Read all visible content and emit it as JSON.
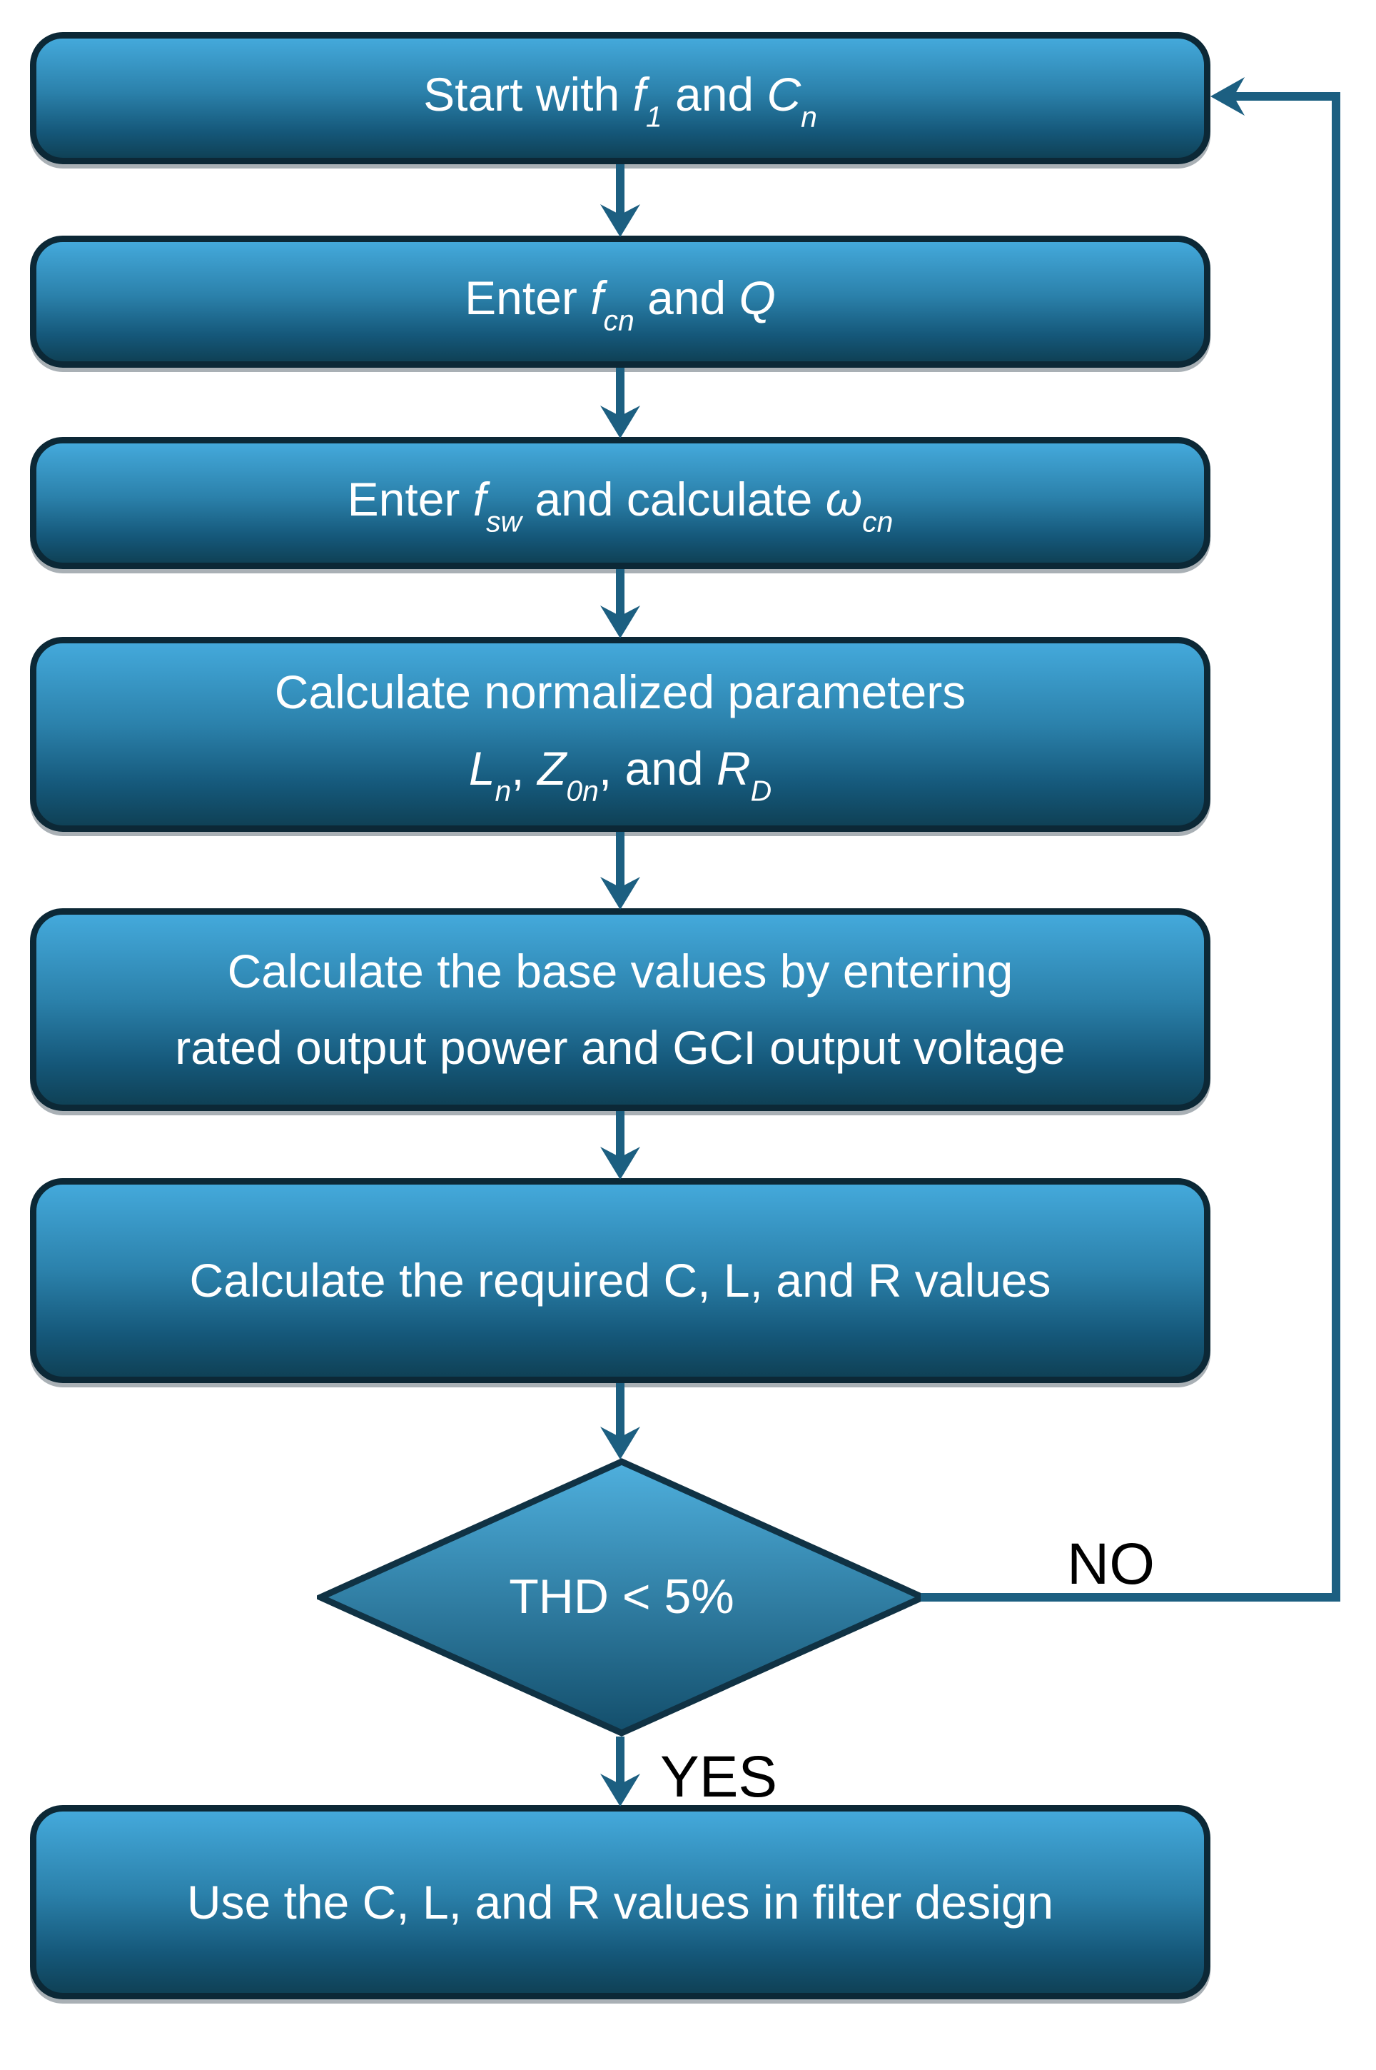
{
  "flowchart": {
    "colors": {
      "box_top": "#44A9DB",
      "box_bottom": "#0F4156",
      "box_border": "#0C2836",
      "diamond_top": "#4FB0DE",
      "diamond_bottom": "#134E6B",
      "diamond_border": "#103244",
      "arrow": "#1C5F81",
      "node_text": "#FFFFFF",
      "label_text": "#000000",
      "bg": "#FFFFFF"
    },
    "labels": {
      "no": "NO",
      "yes": "YES"
    },
    "nodes": [
      {
        "id": "start",
        "type": "process",
        "lines": [
          [
            {
              "t": "Start with "
            },
            {
              "t": "f",
              "i": true
            },
            {
              "t": "1",
              "i": true,
              "s": true
            },
            {
              "t": " and "
            },
            {
              "t": "C",
              "i": true
            },
            {
              "t": "n",
              "i": true,
              "s": true
            }
          ]
        ]
      },
      {
        "id": "enter-fcn-q",
        "type": "process",
        "lines": [
          [
            {
              "t": "Enter "
            },
            {
              "t": "f",
              "i": true
            },
            {
              "t": "cn",
              "i": true,
              "s": true
            },
            {
              "t": " and "
            },
            {
              "t": "Q",
              "i": true
            }
          ]
        ]
      },
      {
        "id": "enter-fsw-calc-wcn",
        "type": "process",
        "lines": [
          [
            {
              "t": "Enter "
            },
            {
              "t": "f",
              "i": true
            },
            {
              "t": "sw",
              "i": true,
              "s": true
            },
            {
              "t": " and calculate "
            },
            {
              "t": "ω",
              "i": true
            },
            {
              "t": "cn",
              "i": true,
              "s": true
            }
          ]
        ]
      },
      {
        "id": "normalized-parameters",
        "type": "process",
        "lines": [
          [
            {
              "t": "Calculate normalized parameters"
            }
          ],
          [
            {
              "t": "L",
              "i": true
            },
            {
              "t": "n",
              "i": true,
              "s": true
            },
            {
              "t": ", "
            },
            {
              "t": "Z",
              "i": true
            },
            {
              "t": "0n",
              "i": true,
              "s": true
            },
            {
              "t": ", and "
            },
            {
              "t": "R",
              "i": true
            },
            {
              "t": "D",
              "i": true,
              "s": true
            }
          ]
        ]
      },
      {
        "id": "base-values",
        "type": "process",
        "lines": [
          [
            {
              "t": "Calculate the base values by entering"
            }
          ],
          [
            {
              "t": "rated output power and GCI output voltage"
            }
          ]
        ]
      },
      {
        "id": "required-clr-values",
        "type": "process",
        "lines": [
          [
            {
              "t": "Calculate the required C, L, and R values"
            }
          ]
        ]
      },
      {
        "id": "thd-decision",
        "type": "decision",
        "lines": [
          [
            {
              "t": "THD < 5%"
            }
          ]
        ]
      },
      {
        "id": "use-clr-values",
        "type": "process",
        "lines": [
          [
            {
              "t": "Use the C, L, and R values in filter design"
            }
          ]
        ]
      }
    ]
  }
}
